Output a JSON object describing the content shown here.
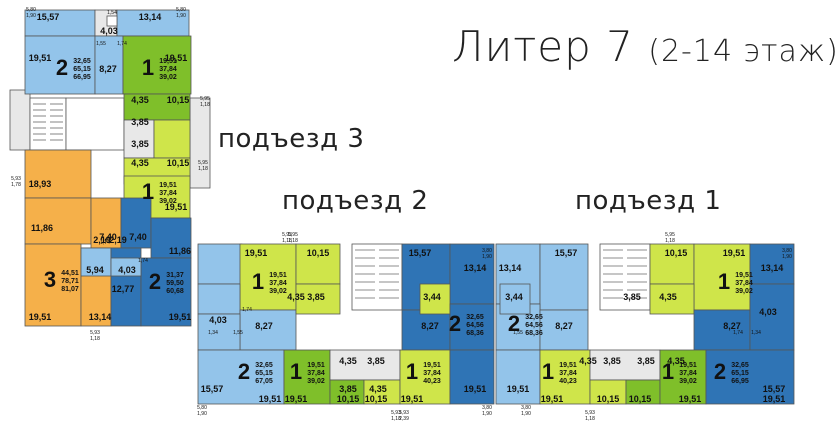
{
  "title": {
    "main": "Литер 7",
    "floors": "(2-14 этаж)"
  },
  "entrances": [
    "подъезд 3",
    "подъезд 2",
    "подъезд 1"
  ],
  "colors": {
    "blue_light": "#93c4ea",
    "blue_dark": "#2f74b5",
    "green": "#7fbf2a",
    "lime": "#cfe54a",
    "orange": "#f5b04a",
    "wall": "#e8e8e8",
    "stroke": "#555555"
  },
  "apartments": [
    {
      "id": "s3-2r",
      "rooms": "2",
      "areas": [
        "32,65",
        "65,15",
        "66,95"
      ]
    },
    {
      "id": "s3-1r-a",
      "rooms": "1",
      "areas": [
        "19,51",
        "37,84",
        "39,02"
      ]
    },
    {
      "id": "s3-1r-b",
      "rooms": "1",
      "areas": [
        "19,51",
        "37,84",
        "39,02"
      ]
    },
    {
      "id": "s3-3r",
      "rooms": "3",
      "areas": [
        "44,51",
        "78,71",
        "81,07"
      ]
    },
    {
      "id": "s3-2r-b",
      "rooms": "2",
      "areas": [
        "31,37",
        "59,50",
        "60,68"
      ]
    },
    {
      "id": "s2-1r-a",
      "rooms": "1",
      "areas": [
        "19,51",
        "37,84",
        "39,02"
      ]
    },
    {
      "id": "s2-2r-a",
      "rooms": "2",
      "areas": [
        "32,65",
        "65,15",
        "67,05"
      ]
    },
    {
      "id": "s2-1r-b",
      "rooms": "1",
      "areas": [
        "19,51",
        "37,84",
        "39,02"
      ]
    },
    {
      "id": "s2-1r-c",
      "rooms": "1",
      "areas": [
        "19,51",
        "37,84",
        "40,23"
      ]
    },
    {
      "id": "s2-2r-b",
      "rooms": "2",
      "areas": [
        "32,65",
        "64,56",
        "68,36"
      ]
    },
    {
      "id": "s1-2r-a",
      "rooms": "2",
      "areas": [
        "32,65",
        "64,56",
        "68,36"
      ]
    },
    {
      "id": "s1-1r-a",
      "rooms": "1",
      "areas": [
        "19,51",
        "37,84",
        "40,23"
      ]
    },
    {
      "id": "s1-1r-b",
      "rooms": "1",
      "areas": [
        "19,51",
        "37,84",
        "39,02"
      ]
    },
    {
      "id": "s1-1r-c",
      "rooms": "1",
      "areas": [
        "19,51",
        "37,84",
        "39,02"
      ]
    },
    {
      "id": "s1-2r-b",
      "rooms": "2",
      "areas": [
        "32,65",
        "65,15",
        "66,95"
      ]
    }
  ],
  "room_labels": {
    "s3": [
      "15,57",
      "13,14",
      "4,03",
      "19,51",
      "8,27",
      "19,51",
      "4,35",
      "10,15",
      "3,85",
      "3,85",
      "4,35",
      "10,15",
      "19,51",
      "18,93",
      "11,86",
      "7,40",
      "2,19",
      "2,19",
      "7,40",
      "11,86",
      "5,94",
      "4,03",
      "12,77",
      "19,51",
      "13,14",
      "19,51"
    ],
    "s2": [
      "19,51",
      "10,15",
      "15,57",
      "13,14",
      "4,35",
      "3,85",
      "3,44",
      "4,03",
      "8,27",
      "8,27",
      "15,57",
      "19,51",
      "4,35",
      "3,85",
      "3,85",
      "4,35",
      "10,15",
      "10,15",
      "19,51",
      "19,51",
      "19,51"
    ],
    "s1": [
      "13,14",
      "15,57",
      "10,15",
      "19,51",
      "3,44",
      "3,85",
      "4,35",
      "13,14",
      "8,27",
      "8,27",
      "4,03",
      "4,35",
      "3,85",
      "3,85",
      "4,35",
      "19,51",
      "10,15",
      "10,15",
      "19,51",
      "19,51",
      "15,57",
      "19,51"
    ]
  },
  "small_labels": [
    "1,54",
    "1,55",
    "1,74",
    "5,80\n1,90",
    "5,80\n1,90",
    "5,95\n1,18",
    "5,95\n1,18",
    "5,93\n1,78",
    "5,93\n1,18",
    "5,93\n1,18",
    "5,95\n1,18",
    "3,80\n1,90",
    "5,93\n1,18",
    "5,95\n1,18",
    "3,80\n1,90",
    "5,80\n1,90",
    "3,80\n1,90",
    "5,93\n1,18",
    "5,93\n2,39",
    "3,80\n1,90",
    "1,74",
    "1,74",
    "1,34",
    "1,55",
    "1,55",
    "1,74",
    "1,34",
    "1,74"
  ]
}
